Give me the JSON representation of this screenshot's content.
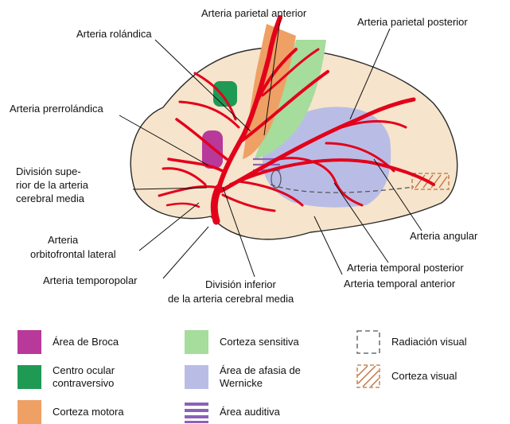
{
  "labels": {
    "arteria_rolandica": "Arteria rolándica",
    "arteria_parietal_anterior": "Arteria parietal anterior",
    "arteria_parietal_posterior": "Arteria parietal posterior",
    "arteria_prerrolandica": "Arteria prerrolándica",
    "division_superior": [
      "División supe-",
      "rior de la arteria",
      "cerebral media"
    ],
    "arteria_orbitofrontal": [
      "Arteria",
      "orbitofrontal lateral"
    ],
    "arteria_temporopolar": "Arteria temporopolar",
    "division_inferior": [
      "División inferior",
      "de la arteria cerebral media"
    ],
    "arteria_angular": "Arteria angular",
    "arteria_temporal_posterior": "Arteria temporal posterior",
    "arteria_temporal_anterior": "Arteria temporal anterior"
  },
  "legend": [
    {
      "key": "broca",
      "label": "Área de Broca",
      "color": "#b8399a"
    },
    {
      "key": "centro_ocular",
      "label": "Centro ocular\ncontraversivo",
      "color": "#1f9a55"
    },
    {
      "key": "corteza_motora",
      "label": "Corteza motora",
      "color": "#efa064"
    },
    {
      "key": "corteza_sensitiva",
      "label": "Corteza sensitiva",
      "color": "#a6dc9c"
    },
    {
      "key": "wernicke",
      "label": "Área de afasia de\nWernicke",
      "color": "#b9bde6"
    },
    {
      "key": "area_auditiva",
      "label": "Área auditiva",
      "color": "#8c62b7"
    },
    {
      "key": "radiacion_visual",
      "label": "Radiación visual",
      "color": "#555555"
    },
    {
      "key": "corteza_visual",
      "label": "Corteza visual",
      "color": "#c0703a"
    }
  ],
  "colors": {
    "brain": "#f6e4cc",
    "brain_outline": "#2a2a2a",
    "artery": "#e3001b"
  }
}
